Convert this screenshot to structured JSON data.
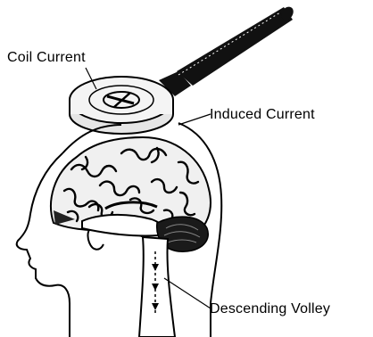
{
  "diagram": {
    "labels": {
      "coil_current": "Coil Current",
      "induced_current": "Induced Current",
      "descending_volley": "Descending Volley"
    },
    "colors": {
      "ink": "#000000",
      "paper": "#ffffff",
      "shade": "#d8d8d8",
      "dark": "#1a1a1a"
    }
  }
}
